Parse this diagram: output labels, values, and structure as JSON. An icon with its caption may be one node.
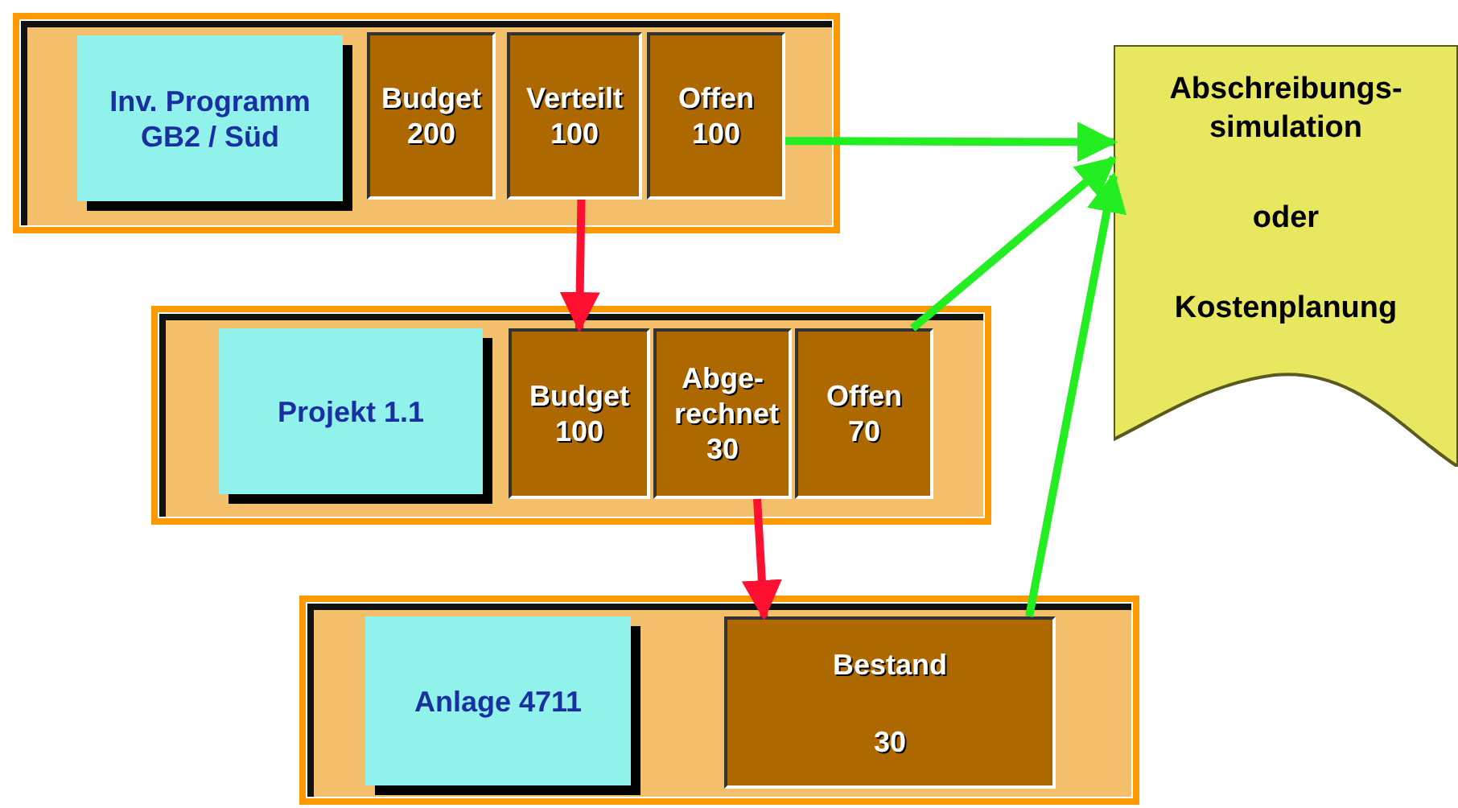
{
  "diagram": {
    "nodes": [
      {
        "text": [],
        "shape": "box"
      },
      {
        "text": [
          "Inv. Programm GB2 / Süd"
        ],
        "in": 0
      },
      {
        "text": [
          "Budget",
          "200"
        ],
        "in": 0
      },
      {
        "text": [
          "Verteilt",
          "100"
        ],
        "in": 0
      },
      {
        "text": [
          "Offen",
          "100"
        ],
        "in": 0
      },
      {
        "text": [],
        "shape": "box"
      },
      {
        "text": [
          "Projekt 1.1"
        ],
        "in": 5
      },
      {
        "text": [
          "Budget",
          "100"
        ],
        "in": 5
      },
      {
        "text": [
          "Abge- rechnet",
          "30"
        ],
        "in": 5
      },
      {
        "text": [
          "Offen",
          "70"
        ],
        "in": 5
      },
      {
        "text": [],
        "shape": "box"
      },
      {
        "text": [
          "Anlage 4711"
        ],
        "in": 10
      },
      {
        "text": [
          "Bestand",
          "30"
        ],
        "in": 10
      },
      {
        "text": [
          "Abschreibungs- simulation",
          "oder",
          "Kostenplanung"
        ]
      }
    ],
    "edges": [
      {
        "from": 3,
        "to": 7,
        "arrow": "to",
        "color": "#ff1030"
      },
      {
        "from": 8,
        "to": 12,
        "arrow": "to",
        "color": "#ff1030"
      },
      {
        "from": 4,
        "to": 13,
        "arrow": "to"
      },
      {
        "from": 9,
        "to": 13,
        "arrow": "to"
      },
      {
        "from": 12,
        "to": 13,
        "arrow": "to"
      }
    ]
  }
}
